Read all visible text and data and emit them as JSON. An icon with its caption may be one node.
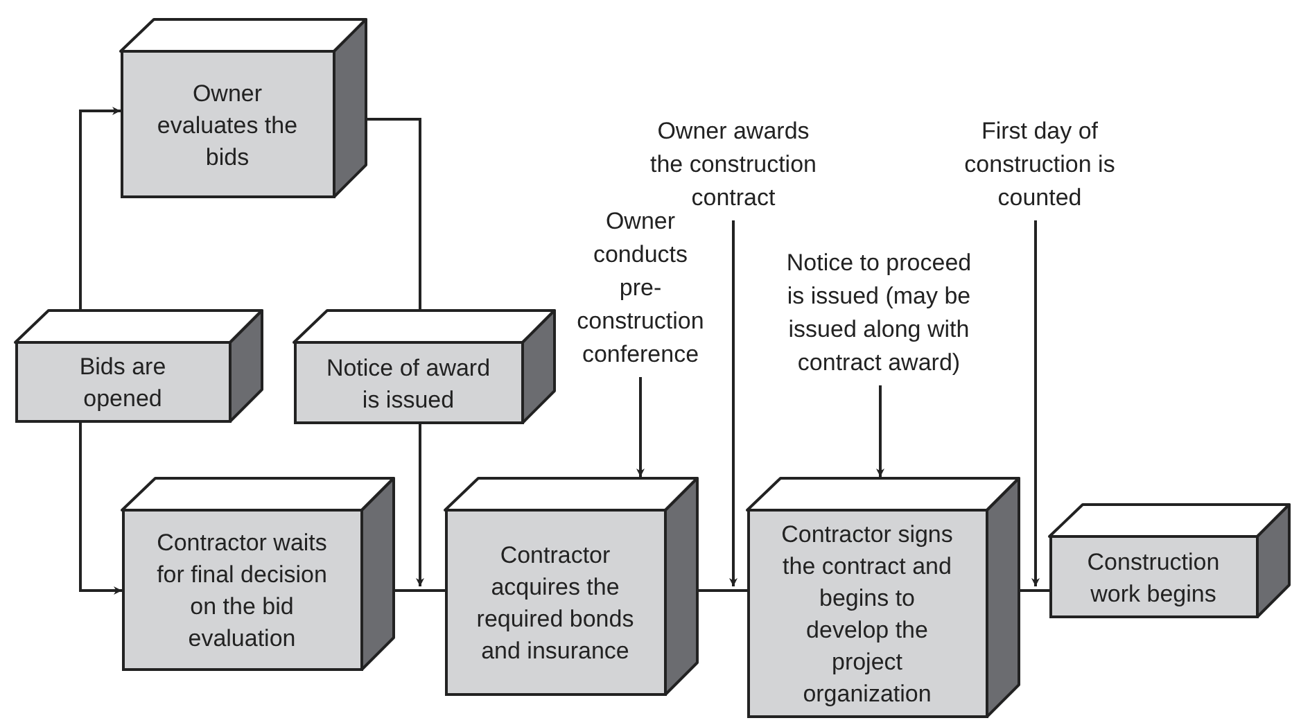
{
  "diagram": {
    "nodes": [
      {
        "text": [
          "Owner evaluates the bids"
        ]
      },
      {
        "text": [
          "Bids are opened"
        ]
      },
      {
        "text": [
          "Notice of award is issued"
        ]
      },
      {
        "text": [
          "Contractor waits for final decision on the bid evaluation"
        ]
      },
      {
        "text": [
          "Contractor acquires the required bonds and insurance"
        ]
      },
      {
        "text": [
          "Contractor signs the contract and begins to develop the project organization"
        ]
      },
      {
        "text": [
          "Construction work begins"
        ]
      },
      {
        "text": [
          "Owner conducts pre-construction conference"
        ]
      },
      {
        "text": [
          "Owner awards the construction contract"
        ]
      },
      {
        "text": [
          "Notice to proceed is issued (may be issued along with contract award)"
        ]
      },
      {
        "text": [
          "First day of construction is counted"
        ]
      }
    ],
    "edges": [
      {
        "from": 1,
        "to": 0,
        "arrow": "to"
      },
      {
        "from": 0,
        "to": 2,
        "arrow": "none"
      },
      {
        "from": 1,
        "to": 3,
        "arrow": "to"
      },
      {
        "from": 3,
        "to": 4,
        "arrow": "none"
      },
      {
        "from": 2,
        "to": 3,
        "arrow": "to"
      },
      {
        "from": 4,
        "to": 5,
        "arrow": "none"
      },
      {
        "from": 5,
        "to": 6,
        "arrow": "none"
      },
      {
        "from": 7,
        "to": 4,
        "arrow": "to"
      },
      {
        "from": 8,
        "to": 5,
        "arrow": "to"
      },
      {
        "from": 9,
        "to": 5,
        "arrow": "to"
      },
      {
        "from": 10,
        "to": 6,
        "arrow": "to"
      }
    ]
  }
}
